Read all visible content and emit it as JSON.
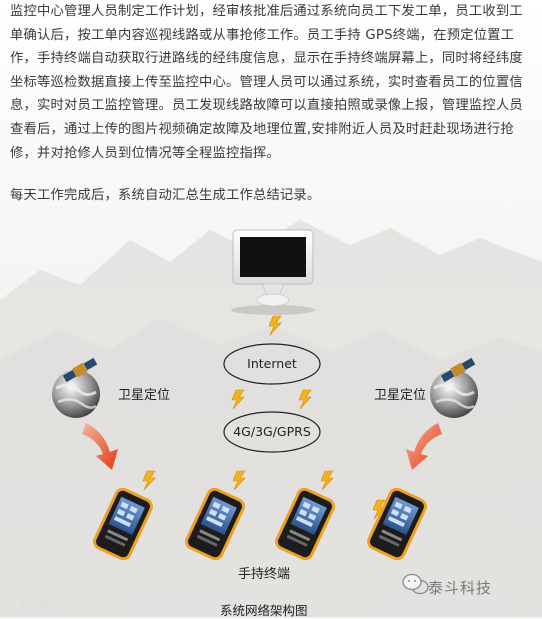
{
  "paragraphs": {
    "p1": "监控中心管理人员制定工作计划，经审核批准后通过系统向员工下发工单，员工收到工单确认后，按工单内容巡视线路或从事抢修工作。员工手持 GPS终端，在预定位置工作，手持终端自动获取行进路线的经纬度信息，显示在手持终端屏幕上，同时将经纬度坐标等巡检数据直接上传至监控中心。管理人员可以通过系统，实时查看员工的位置信息，实时对员工监控管理。员工发现线路故障可以直接拍照或录像上报，管理监控人员查看后，通过上传的图片视频确定故障及地理位置,安排附近人员及时赶赴现场进行抢修，并对抢修人员到位情况等全程监控指挥。",
    "p2": "每天工作完成后，系统自动汇总生成工作总结记录。"
  },
  "diagram": {
    "internet": "Internet",
    "network": "4G/3G/GPRS",
    "satellite_left": "卫星定位",
    "satellite_right": "卫星定位",
    "handheld": "手持终端",
    "caption": "系统网络架构图"
  },
  "watermark": {
    "left": "© 太阳网 图",
    "brand": "泰斗科技"
  },
  "colors": {
    "bolt": "#f2b31c",
    "arrow": "#e8401c",
    "phone_frame": "#f0a020",
    "screen": "#3566a8"
  }
}
